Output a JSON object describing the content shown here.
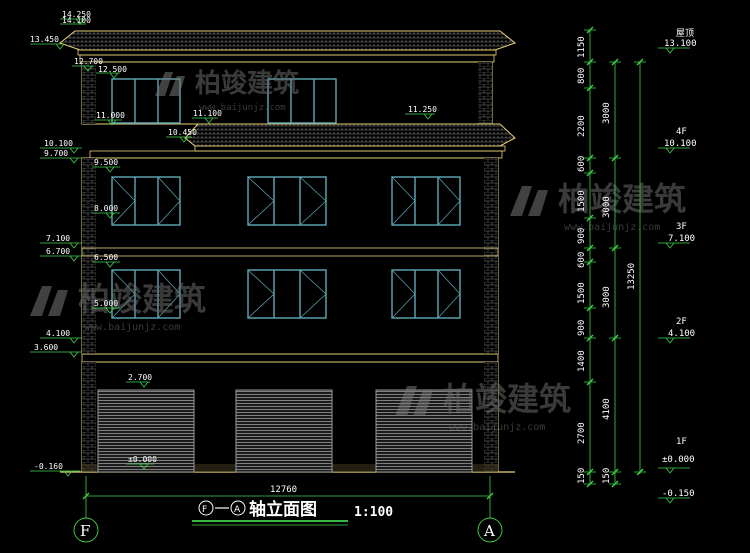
{
  "drawing": {
    "title": "轴立面图",
    "scale": "1:100",
    "axis_start": "F",
    "axis_end": "A",
    "total_width": "12760"
  },
  "level_marks": [
    {
      "id": "lv-14250",
      "text": "14.250"
    },
    {
      "id": "lv-14100",
      "text": "14.100"
    },
    {
      "id": "lv-13450",
      "text": "13.450"
    },
    {
      "id": "lv-12700",
      "text": "12.700"
    },
    {
      "id": "lv-12500",
      "text": "12.500"
    },
    {
      "id": "lv-11250",
      "text": "11.250"
    },
    {
      "id": "lv-11100",
      "text": "11.100"
    },
    {
      "id": "lv-11000",
      "text": "11.000"
    },
    {
      "id": "lv-10450",
      "text": "10.450"
    },
    {
      "id": "lv-10100",
      "text": "10.100"
    },
    {
      "id": "lv-9700",
      "text": "9.700"
    },
    {
      "id": "lv-9500",
      "text": "9.500"
    },
    {
      "id": "lv-8000",
      "text": "8.000"
    },
    {
      "id": "lv-7100",
      "text": "7.100"
    },
    {
      "id": "lv-6700",
      "text": "6.700"
    },
    {
      "id": "lv-6500",
      "text": "6.500"
    },
    {
      "id": "lv-5000",
      "text": "5.000"
    },
    {
      "id": "lv-4100",
      "text": "4.100"
    },
    {
      "id": "lv-3600",
      "text": "3.600"
    },
    {
      "id": "lv-2700",
      "text": "2.700"
    },
    {
      "id": "lv-0160",
      "text": "-0.160"
    },
    {
      "id": "lv-0000",
      "text": "±0.000"
    }
  ],
  "dimensions_inner": [
    "1150",
    "800",
    "2200",
    "600",
    "1500",
    "900",
    "600",
    "1500",
    "900",
    "1400",
    "2700",
    "150"
  ],
  "dimensions_middle": [
    "3000",
    "3000",
    "3000",
    "4100",
    "150"
  ],
  "dimension_total": "13250",
  "floor_labels": [
    {
      "name": "屋顶",
      "level": "13.100"
    },
    {
      "name": "4F",
      "level": "10.100"
    },
    {
      "name": "3F",
      "level": "7.100"
    },
    {
      "name": "2F",
      "level": "4.100"
    },
    {
      "name": "1F",
      "level": "±0.000"
    },
    {
      "name": "",
      "level": "-0.150"
    }
  ],
  "watermark": {
    "brand": "柏竣建筑",
    "url": "www.baijunjz.com"
  },
  "colors": {
    "background": "#000000",
    "outline": "#e8d27a",
    "wall_lines": "#9a9a9a",
    "window_frame": "#5fa8b8",
    "level_tick": "#3fd34a",
    "dimension": "#3fd34a",
    "text": "#ffffff"
  }
}
